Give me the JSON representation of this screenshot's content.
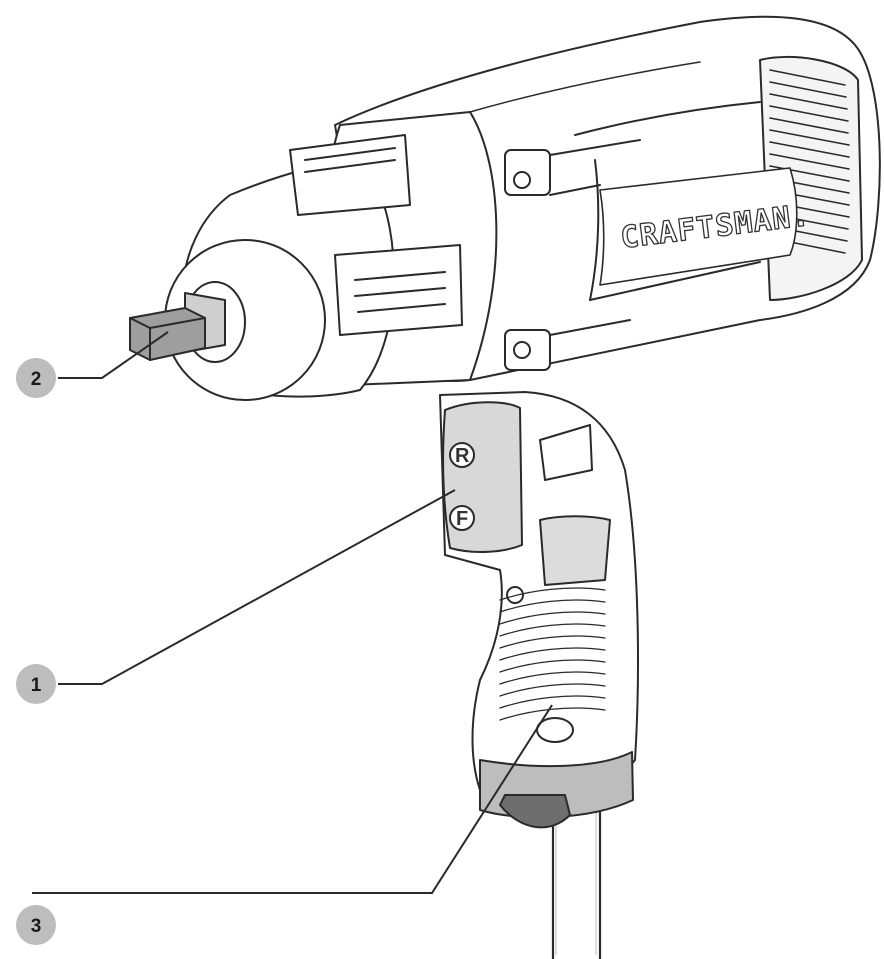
{
  "brand": "CRAFTSMAN.",
  "switch_labels": {
    "reverse": "R",
    "forward": "F"
  },
  "callouts": [
    {
      "id": "1",
      "label": "1",
      "part": "forward/reverse switch"
    },
    {
      "id": "2",
      "label": "2",
      "part": "square anvil"
    },
    {
      "id": "3",
      "label": "3",
      "part": "handle grip"
    }
  ],
  "colors": {
    "callout_fill": "#bdbdbd",
    "line": "#2a2a2a",
    "background": "#ffffff"
  },
  "icons": [
    "impact-wrench-illustration"
  ]
}
